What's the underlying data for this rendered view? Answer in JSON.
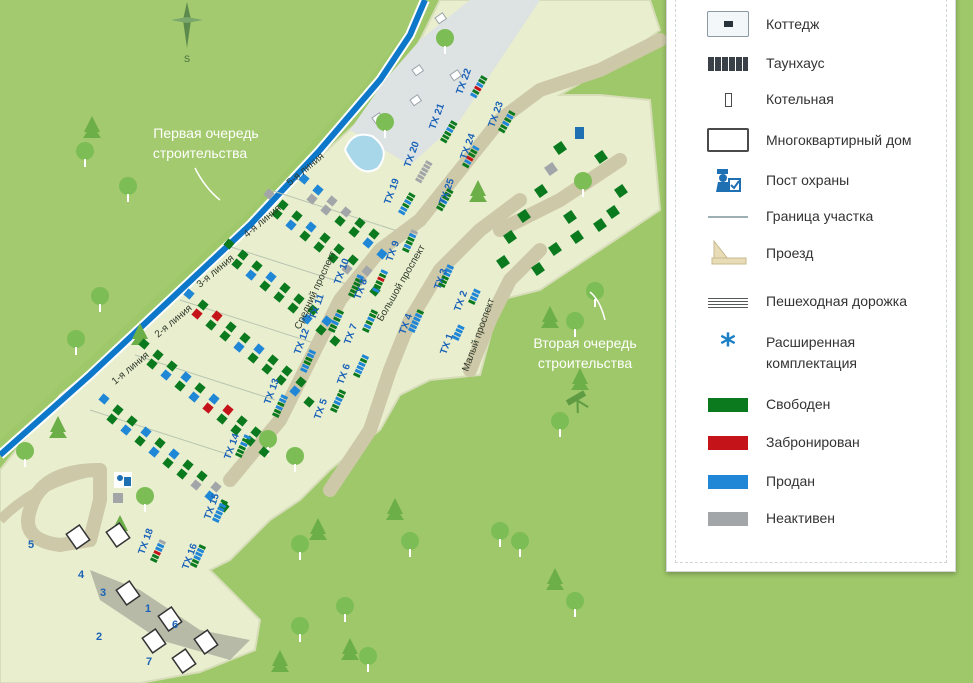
{
  "map": {
    "phase1_label": [
      "Первая очередь",
      "строительства"
    ],
    "phase2_label": [
      "Вторая очередь",
      "строительства"
    ],
    "compass_letter": "S",
    "colors": {
      "background": "#9fc86a",
      "plot": "#e9eecf",
      "road": "#cdc8a8",
      "river": "#0d78c9",
      "free": "#0b7a1f",
      "reserved": "#c4141a",
      "sold": "#1f87d6",
      "inactive": "#a3a6a8"
    },
    "streets": [
      "1-я линия",
      "2-я линия",
      "3-я линия",
      "4-я линия",
      "5-я линия",
      "Средний проспект",
      "Большой проспект",
      "Малый проспект"
    ],
    "townhouse_labels": [
      "ТХ 1",
      "ТХ 2",
      "ТХ 3",
      "ТХ 4",
      "ТХ 5",
      "ТХ 6",
      "ТХ 7",
      "ТХ 8",
      "ТХ 9",
      "ТХ 10",
      "ТХ 11",
      "ТХ 12",
      "ТХ 13",
      "ТХ 14",
      "ТХ 15",
      "ТХ 16",
      "ТХ 18",
      "ТХ 19",
      "ТХ 20",
      "ТХ 21",
      "ТХ 22",
      "ТХ 23",
      "ТХ 24",
      "ТХ 25"
    ],
    "building_numbers": [
      "1",
      "2",
      "3",
      "4",
      "5",
      "6",
      "7"
    ]
  },
  "legend": {
    "items": [
      {
        "label": "Коттедж",
        "icon": "cottage-icon"
      },
      {
        "label": "Таунхаус",
        "icon": "townhouse-icon"
      },
      {
        "label": "Котельная",
        "icon": "boiler-icon"
      },
      {
        "label": "Многоквартирный дом",
        "icon": "apartment-building-icon"
      },
      {
        "label": "Пост охраны",
        "icon": "security-guard-icon"
      },
      {
        "label": "Граница участка",
        "icon": "plot-border-icon"
      },
      {
        "label": "Проезд",
        "icon": "driveway-icon"
      },
      {
        "label": "Пешеходная дорожка",
        "icon": "footpath-icon"
      },
      {
        "label": "Расширенная комплектация",
        "icon": "asterisk-icon"
      },
      {
        "label": "Свободен",
        "color": "#0b7a1f"
      },
      {
        "label": "Забронирован",
        "color": "#c4141a"
      },
      {
        "label": "Продан",
        "color": "#1f87d6"
      },
      {
        "label": "Неактивен",
        "color": "#a3a6a8"
      }
    ]
  }
}
